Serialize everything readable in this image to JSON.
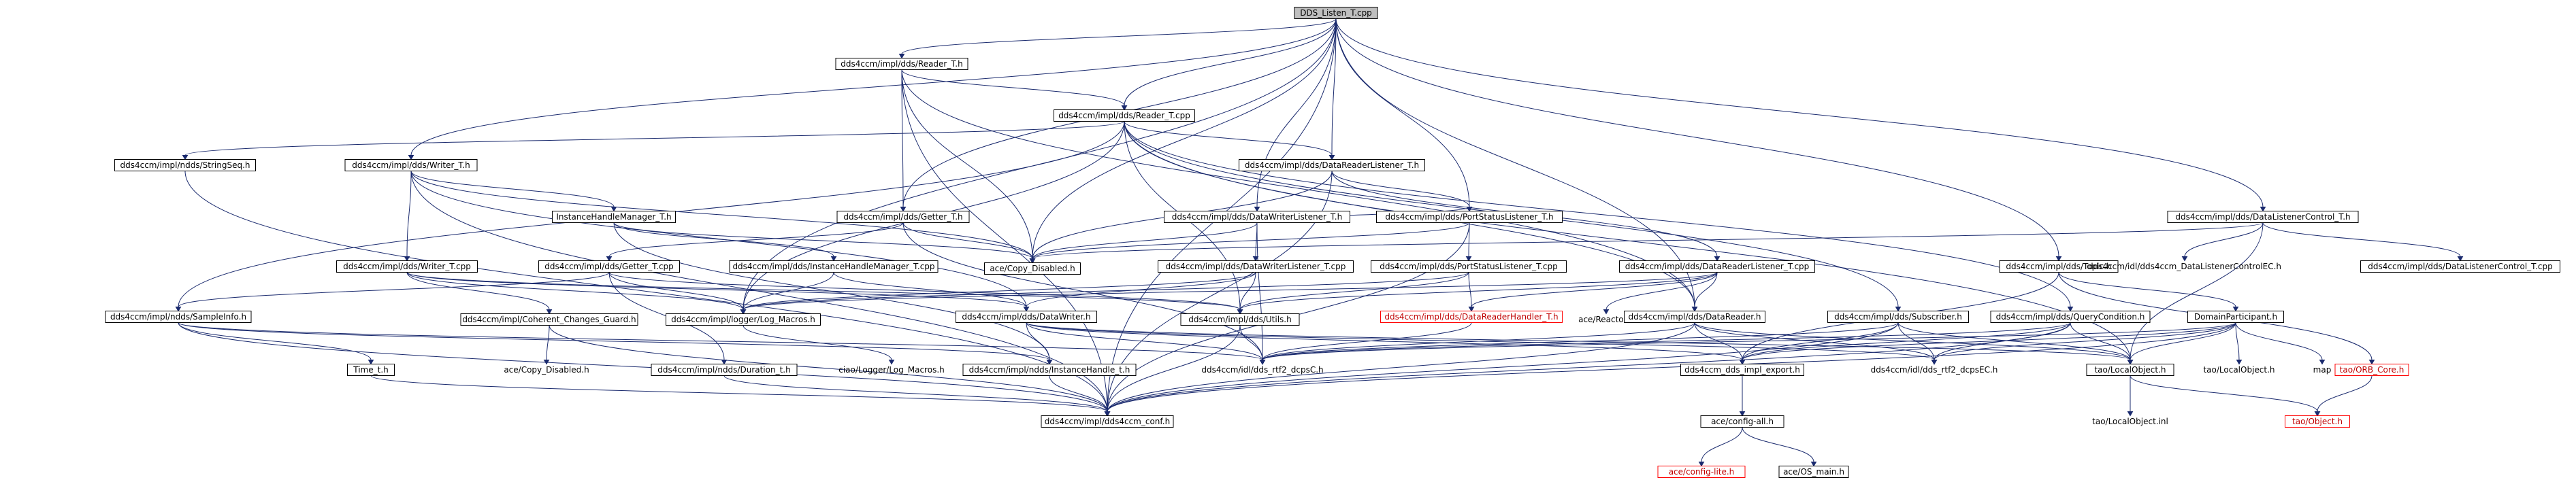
{
  "nodes": [
    {
      "id": "root",
      "label": "DDS_Listen_T.cpp",
      "kind": "root"
    },
    {
      "id": "readerTh",
      "label": "dds4ccm/impl/dds/Reader_T.h",
      "kind": "normal"
    },
    {
      "id": "readerTcpp",
      "label": "dds4ccm/impl/dds/Reader_T.cpp",
      "kind": "normal"
    },
    {
      "id": "stringSeq",
      "label": "dds4ccm/impl/ndds/StringSeq.h",
      "kind": "normal"
    },
    {
      "id": "writerTh",
      "label": "dds4ccm/impl/dds/Writer_T.h",
      "kind": "normal"
    },
    {
      "id": "drlTh",
      "label": "dds4ccm/impl/dds/DataReaderListener_T.h",
      "kind": "normal"
    },
    {
      "id": "getterTh",
      "label": "dds4ccm/impl/dds/Getter_T.h",
      "kind": "normal"
    },
    {
      "id": "instMgrTh",
      "label": "InstanceHandleManager_T.h",
      "kind": "normal"
    },
    {
      "id": "dwlTh",
      "label": "dds4ccm/impl/dds/DataWriterListener_T.h",
      "kind": "normal"
    },
    {
      "id": "pslTh",
      "label": "dds4ccm/impl/dds/PortStatusListener_T.h",
      "kind": "normal"
    },
    {
      "id": "copyDisabled",
      "label": "ace/Copy_Disabled.h",
      "kind": "normal"
    },
    {
      "id": "dlcTh",
      "label": "dds4ccm/impl/dds/DataListenerControl_T.h",
      "kind": "normal"
    },
    {
      "id": "topicH",
      "label": "dds4ccm/impl/dds/Topic.h",
      "kind": "normal"
    },
    {
      "id": "dlcEC",
      "label": "dds4ccm/idl/dds4ccm_DataListenerControlEC.h",
      "kind": "nofile"
    },
    {
      "id": "dlcTcpp",
      "label": "dds4ccm/impl/dds/DataListenerControl_T.cpp",
      "kind": "normal"
    },
    {
      "id": "writerTcpp",
      "label": "dds4ccm/impl/dds/Writer_T.cpp",
      "kind": "normal"
    },
    {
      "id": "getterTcpp",
      "label": "dds4ccm/impl/dds/Getter_T.cpp",
      "kind": "normal"
    },
    {
      "id": "instMgrTcpp",
      "label": "dds4ccm/impl/dds/InstanceHandleManager_T.cpp",
      "kind": "normal"
    },
    {
      "id": "dwlTcpp",
      "label": "dds4ccm/impl/dds/DataWriterListener_T.cpp",
      "kind": "normal"
    },
    {
      "id": "pslTcpp",
      "label": "dds4ccm/impl/dds/PortStatusListener_T.cpp",
      "kind": "normal"
    },
    {
      "id": "drlTcpp",
      "label": "dds4ccm/impl/dds/DataReaderListener_T.cpp",
      "kind": "normal"
    },
    {
      "id": "sampleInfo",
      "label": "dds4ccm/impl/ndds/SampleInfo.h",
      "kind": "normal"
    },
    {
      "id": "coherent",
      "label": "dds4ccm/impl/Coherent_Changes_Guard.h",
      "kind": "normal"
    },
    {
      "id": "logMacros",
      "label": "dds4ccm/impl/logger/Log_Macros.h",
      "kind": "normal"
    },
    {
      "id": "dataWriter",
      "label": "dds4ccm/impl/dds/DataWriter.h",
      "kind": "normal"
    },
    {
      "id": "utilsH",
      "label": "dds4ccm/impl/dds/Utils.h",
      "kind": "normal"
    },
    {
      "id": "drhTh",
      "label": "dds4ccm/impl/dds/DataReaderHandler_T.h",
      "kind": "missing"
    },
    {
      "id": "aceReactor",
      "label": "ace/Reactor.h",
      "kind": "nofile"
    },
    {
      "id": "dataReader",
      "label": "dds4ccm/impl/dds/DataReader.h",
      "kind": "normal"
    },
    {
      "id": "subscriber",
      "label": "dds4ccm/impl/dds/Subscriber.h",
      "kind": "normal"
    },
    {
      "id": "queryCond",
      "label": "dds4ccm/impl/dds/QueryCondition.h",
      "kind": "normal"
    },
    {
      "id": "domainPart",
      "label": "DomainParticipant.h",
      "kind": "normal"
    },
    {
      "id": "timeH",
      "label": "Time_t.h",
      "kind": "normal"
    },
    {
      "id": "copyDisabled2",
      "label": "ace/Copy_Disabled.h",
      "kind": "nofile"
    },
    {
      "id": "durationH",
      "label": "dds4ccm/impl/ndds/Duration_t.h",
      "kind": "normal"
    },
    {
      "id": "ciaoLog",
      "label": "ciao/Logger/Log_Macros.h",
      "kind": "nofile"
    },
    {
      "id": "instHandle",
      "label": "dds4ccm/impl/ndds/InstanceHandle_t.h",
      "kind": "normal"
    },
    {
      "id": "rtiDcpsC",
      "label": "dds4ccm/idl/dds_rtf2_dcpsC.h",
      "kind": "nofile"
    },
    {
      "id": "ddsImplExport",
      "label": "dds4ccm_dds_impl_export.h",
      "kind": "normal"
    },
    {
      "id": "rtiDcpsEC",
      "label": "dds4ccm/idl/dds_rtf2_dcpsEC.h",
      "kind": "nofile"
    },
    {
      "id": "taoLocalObject",
      "label": "tao/LocalObject.h",
      "kind": "normal"
    },
    {
      "id": "taoLocalObject2",
      "label": "tao/LocalObject.h",
      "kind": "nofile"
    },
    {
      "id": "mapH",
      "label": "map",
      "kind": "nofile"
    },
    {
      "id": "taoOrbCore",
      "label": "tao/ORB_Core.h",
      "kind": "missing"
    },
    {
      "id": "ccmConf",
      "label": "dds4ccm/impl/dds4ccm_conf.h",
      "kind": "normal"
    },
    {
      "id": "aceConfigAll",
      "label": "ace/config-all.h",
      "kind": "normal"
    },
    {
      "id": "taoLocalObjectInl",
      "label": "tao/LocalObject.inl",
      "kind": "nofile"
    },
    {
      "id": "taoObject",
      "label": "tao/Object.h",
      "kind": "missing"
    },
    {
      "id": "aceConfigLite",
      "label": "ace/config-lite.h",
      "kind": "missing"
    },
    {
      "id": "aceOsMain",
      "label": "ace/OS_main.h",
      "kind": "normal"
    }
  ],
  "edges": [
    [
      "root",
      "readerTh"
    ],
    [
      "root",
      "readerTcpp"
    ],
    [
      "root",
      "writerTh"
    ],
    [
      "root",
      "getterTh"
    ],
    [
      "root",
      "drlTh"
    ],
    [
      "root",
      "dwlTh"
    ],
    [
      "root",
      "pslTh"
    ],
    [
      "root",
      "dlcTh"
    ],
    [
      "root",
      "topicH"
    ],
    [
      "root",
      "dataReader"
    ],
    [
      "root",
      "logMacros"
    ],
    [
      "root",
      "ccmConf"
    ],
    [
      "root",
      "copyDisabled"
    ],
    [
      "readerTh",
      "readerTcpp"
    ],
    [
      "readerTh",
      "getterTh"
    ],
    [
      "readerTh",
      "copyDisabled"
    ],
    [
      "readerTh",
      "ccmConf"
    ],
    [
      "readerTh",
      "dataReader"
    ],
    [
      "readerTcpp",
      "stringSeq"
    ],
    [
      "readerTcpp",
      "drlTh"
    ],
    [
      "readerTcpp",
      "sampleInfo"
    ],
    [
      "readerTcpp",
      "logMacros"
    ],
    [
      "readerTcpp",
      "dataReader"
    ],
    [
      "readerTcpp",
      "utilsH"
    ],
    [
      "readerTcpp",
      "subscriber"
    ],
    [
      "readerTcpp",
      "queryCond"
    ],
    [
      "readerTcpp",
      "taoLocalObject"
    ],
    [
      "stringSeq",
      "ccmConf"
    ],
    [
      "writerTh",
      "writerTcpp"
    ],
    [
      "writerTh",
      "instMgrTh"
    ],
    [
      "writerTh",
      "copyDisabled"
    ],
    [
      "writerTh",
      "ccmConf"
    ],
    [
      "writerTh",
      "dataWriter"
    ],
    [
      "instMgrTh",
      "instMgrTcpp"
    ],
    [
      "instMgrTh",
      "copyDisabled"
    ],
    [
      "instMgrTh",
      "instHandle"
    ],
    [
      "getterTh",
      "getterTcpp"
    ],
    [
      "getterTh",
      "copyDisabled"
    ],
    [
      "getterTh",
      "rtiDcpsC"
    ],
    [
      "drlTh",
      "pslTh"
    ],
    [
      "drlTh",
      "drlTcpp"
    ],
    [
      "drlTh",
      "copyDisabled"
    ],
    [
      "drlTh",
      "ccmConf"
    ],
    [
      "dwlTh",
      "dwlTcpp"
    ],
    [
      "dwlTh",
      "pslTh"
    ],
    [
      "dwlTh",
      "copyDisabled"
    ],
    [
      "dwlTh",
      "rtiDcpsC"
    ],
    [
      "pslTh",
      "pslTcpp"
    ],
    [
      "pslTh",
      "copyDisabled"
    ],
    [
      "pslTh",
      "ccmConf"
    ],
    [
      "dlcTh",
      "dlcEC"
    ],
    [
      "dlcTh",
      "dlcTcpp"
    ],
    [
      "dlcTh",
      "copyDisabled"
    ],
    [
      "dlcTh",
      "taoLocalObject"
    ],
    [
      "topicH",
      "domainPart"
    ],
    [
      "topicH",
      "ddsImplExport"
    ],
    [
      "topicH",
      "taoOrbCore"
    ],
    [
      "writerTcpp",
      "logMacros"
    ],
    [
      "writerTcpp",
      "coherent"
    ],
    [
      "writerTcpp",
      "dataWriter"
    ],
    [
      "writerTcpp",
      "utilsH"
    ],
    [
      "getterTcpp",
      "logMacros"
    ],
    [
      "getterTcpp",
      "utilsH"
    ],
    [
      "getterTcpp",
      "durationH"
    ],
    [
      "getterTcpp",
      "sampleInfo"
    ],
    [
      "instMgrTcpp",
      "logMacros"
    ],
    [
      "instMgrTcpp",
      "dataWriter"
    ],
    [
      "dwlTcpp",
      "logMacros"
    ],
    [
      "dwlTcpp",
      "utilsH"
    ],
    [
      "dwlTcpp",
      "dataWriter"
    ],
    [
      "pslTcpp",
      "logMacros"
    ],
    [
      "pslTcpp",
      "utilsH"
    ],
    [
      "pslTcpp",
      "drhTh"
    ],
    [
      "drlTcpp",
      "logMacros"
    ],
    [
      "drlTcpp",
      "utilsH"
    ],
    [
      "drlTcpp",
      "aceReactor"
    ],
    [
      "drlTcpp",
      "dataReader"
    ],
    [
      "drlTcpp",
      "drhTh"
    ],
    [
      "sampleInfo",
      "timeH"
    ],
    [
      "sampleInfo",
      "ccmConf"
    ],
    [
      "sampleInfo",
      "instHandle"
    ],
    [
      "sampleInfo",
      "rtiDcpsC"
    ],
    [
      "coherent",
      "copyDisabled2"
    ],
    [
      "coherent",
      "ccmConf"
    ],
    [
      "logMacros",
      "ciaoLog"
    ],
    [
      "dataWriter",
      "rtiDcpsC"
    ],
    [
      "dataWriter",
      "ddsImplExport"
    ],
    [
      "dataWriter",
      "rtiDcpsEC"
    ],
    [
      "dataWriter",
      "taoLocalObject"
    ],
    [
      "dataWriter",
      "instHandle"
    ],
    [
      "utilsH",
      "rtiDcpsC"
    ],
    [
      "utilsH",
      "ccmConf"
    ],
    [
      "drhTh",
      "rtiDcpsC"
    ],
    [
      "dataReader",
      "rtiDcpsC"
    ],
    [
      "dataReader",
      "ddsImplExport"
    ],
    [
      "dataReader",
      "rtiDcpsEC"
    ],
    [
      "dataReader",
      "taoLocalObject"
    ],
    [
      "dataReader",
      "ccmConf"
    ],
    [
      "subscriber",
      "rtiDcpsC"
    ],
    [
      "subscriber",
      "ddsImplExport"
    ],
    [
      "subscriber",
      "rtiDcpsEC"
    ],
    [
      "subscriber",
      "taoLocalObject"
    ],
    [
      "subscriber",
      "ccmConf"
    ],
    [
      "queryCond",
      "rtiDcpsC"
    ],
    [
      "queryCond",
      "ddsImplExport"
    ],
    [
      "queryCond",
      "rtiDcpsEC"
    ],
    [
      "queryCond",
      "taoLocalObject"
    ],
    [
      "queryCond",
      "ccmConf"
    ],
    [
      "domainPart",
      "rtiDcpsC"
    ],
    [
      "domainPart",
      "ddsImplExport"
    ],
    [
      "domainPart",
      "rtiDcpsEC"
    ],
    [
      "domainPart",
      "taoLocalObject"
    ],
    [
      "domainPart",
      "taoLocalObject2"
    ],
    [
      "domainPart",
      "mapH"
    ],
    [
      "domainPart",
      "ccmConf"
    ],
    [
      "timeH",
      "ccmConf"
    ],
    [
      "durationH",
      "ccmConf"
    ],
    [
      "instHandle",
      "ccmConf"
    ],
    [
      "ddsImplExport",
      "aceConfigAll"
    ],
    [
      "taoLocalObject",
      "taoLocalObjectInl"
    ],
    [
      "taoLocalObject",
      "taoObject"
    ],
    [
      "taoOrbCore",
      "taoObject"
    ],
    [
      "aceConfigAll",
      "aceConfigLite"
    ],
    [
      "aceConfigAll",
      "aceOsMain"
    ]
  ]
}
